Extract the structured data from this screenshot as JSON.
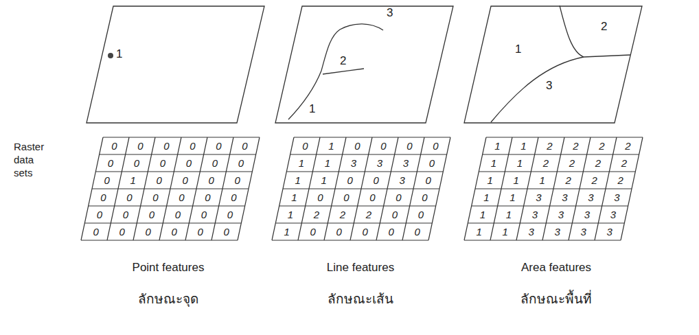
{
  "diagram": {
    "nodes": [
      {
        "text": [
          "1"
        ]
      },
      {
        "text": [
          "3",
          "2",
          "1"
        ]
      },
      {
        "text": [
          "2",
          "1",
          "3"
        ]
      }
    ],
    "labels": [
      "Raster data sets",
      "0",
      "0",
      "0",
      "0",
      "0",
      "0",
      "0",
      "0",
      "0",
      "0",
      "0",
      "0",
      "0",
      "1",
      "0",
      "0",
      "0",
      "0",
      "0",
      "0",
      "0",
      "0",
      "0",
      "0",
      "0",
      "0",
      "0",
      "0",
      "0",
      "0",
      "0",
      "0",
      "0",
      "0",
      "0",
      "0",
      "0",
      "1",
      "0",
      "0",
      "0",
      "0",
      "1",
      "1",
      "3",
      "3",
      "3",
      "0",
      "1",
      "1",
      "0",
      "0",
      "3",
      "0",
      "1",
      "0",
      "0",
      "0",
      "0",
      "0",
      "1",
      "2",
      "2",
      "2",
      "0",
      "0",
      "1",
      "0",
      "0",
      "0",
      "0",
      "0",
      "1",
      "1",
      "2",
      "2",
      "2",
      "2",
      "1",
      "1",
      "2",
      "2",
      "2",
      "2",
      "1",
      "1",
      "1",
      "2",
      "2",
      "2",
      "1",
      "1",
      "3",
      "3",
      "3",
      "3",
      "1",
      "1",
      "3",
      "3",
      "3",
      "3",
      "1",
      "1",
      "3",
      "3",
      "3",
      "3",
      "Point features",
      "Line features",
      "Area features",
      "ลักษณะจุด",
      "ลักษณะเส้น",
      "ลักษณะพื้นที่"
    ]
  }
}
